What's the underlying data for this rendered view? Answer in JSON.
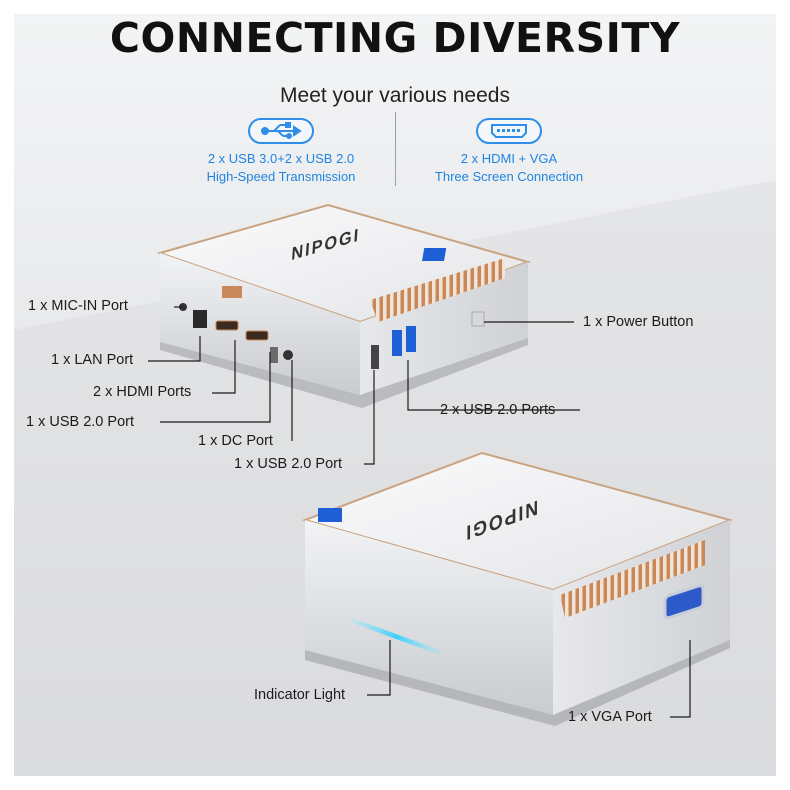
{
  "header": {
    "title": "CONNECTING DIVERSITY",
    "subtitle": "Meet your various needs"
  },
  "features": [
    {
      "icon": "usb-icon",
      "line1": "2 x USB 3.0+2 x USB 2.0",
      "line2": "High-Speed Transmission"
    },
    {
      "icon": "hdmi-icon",
      "line1": "2 x HDMI + VGA",
      "line2": "Three Screen Connection"
    }
  ],
  "brand": {
    "name": "NIPOGI"
  },
  "labels": {
    "mic_in": "1 x MIC-IN Port",
    "lan": "1 x LAN Port",
    "hdmi": "2 x HDMI Ports",
    "usb20_left": "1 x USB 2.0 Port",
    "dc": "1 x DC Port",
    "usb20_mid": "1 x USB 2.0 Port",
    "usb20_pair": "2 x USB 2.0 Ports",
    "power": "1 x Power Button",
    "indicator": "Indicator Light",
    "vga": "1 x  VGA Port"
  },
  "colors": {
    "accent": "#2f8ee8",
    "usb_blue": "#1e5fd6",
    "vent_copper": "#c8885a",
    "led_cyan": "#3fd0ff"
  }
}
